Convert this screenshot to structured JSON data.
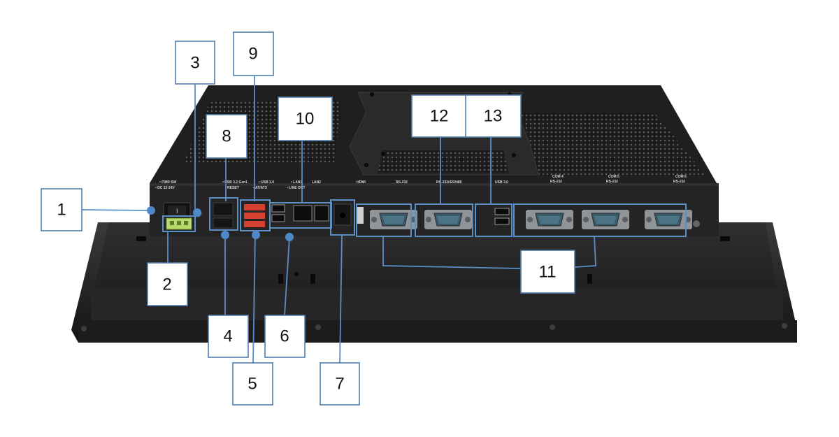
{
  "figure": {
    "subject": "panel-pc-rear-io-view",
    "colors": {
      "callout_border": "#4f7fb0",
      "leader_line": "#5b8fc6",
      "marker_dot": "#4d88c8",
      "chassis": "#1e1e1e",
      "back_plate": "#2b2b2b"
    }
  },
  "port_labels": {
    "pwr_sw": "• PWR SW",
    "dc_in": "• DC 12-24V",
    "usb_32": "• USB 3.2 Gen1",
    "usb_20": "• USB 2.0",
    "reset": "• RESET",
    "at_atx": "• AT/ATX",
    "lan1": "• LAN1",
    "lan2": "LAN2",
    "line_out": "• LINE OUT",
    "hdmi": "HDMI",
    "rs232": "RS-232",
    "rs232_422_485": "RS-232/422/485",
    "usb_30": "USB 3.0",
    "com4_title": "COM 4",
    "com4_type": "RS-232",
    "com5_title": "COM 5",
    "com5_type": "RS-232",
    "com6_title": "COM 6",
    "com6_type": "RS-232"
  },
  "callouts": [
    "1",
    "2",
    "3",
    "4",
    "5",
    "6",
    "7",
    "8",
    "9",
    "10",
    "11",
    "12",
    "13"
  ]
}
